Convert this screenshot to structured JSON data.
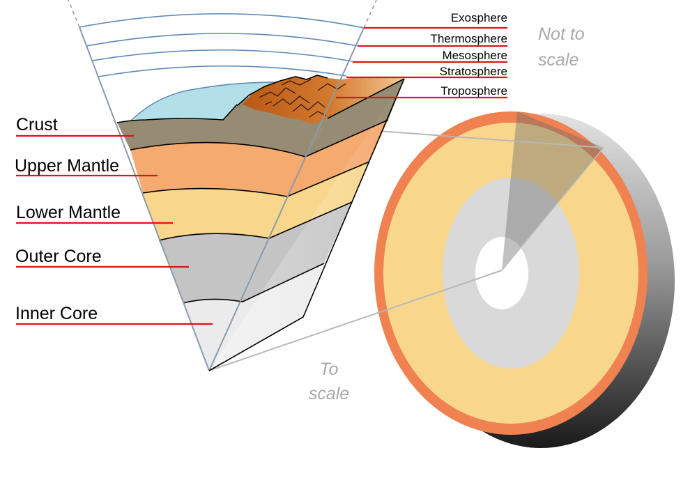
{
  "layers": {
    "crust": "Crust",
    "upper_mantle": "Upper Mantle",
    "lower_mantle": "Lower Mantle",
    "outer_core": "Outer Core",
    "inner_core": "Inner Core"
  },
  "atmosphere": {
    "exosphere": "Exosphere",
    "thermosphere": "Thermosphere",
    "mesosphere": "Mesosphere",
    "stratosphere": "Stratosphere",
    "troposphere": "Troposphere"
  },
  "notes": {
    "not_to_scale_1": "Not to",
    "not_to_scale_2": "scale",
    "to_scale_1": "To",
    "to_scale_2": "scale"
  },
  "colors": {
    "crust": "#968c73",
    "upper_mantle": "#f5aa70",
    "lower_mantle": "#f8d78c",
    "outer_core": "#c4c4c4",
    "inner_core": "#ebebeb",
    "ocean": "#b3dfe8",
    "mountain": "#c8651e",
    "sphere_crust": "#f08150",
    "label_line": "#e3101a",
    "note_text": "#a8a8a8"
  }
}
